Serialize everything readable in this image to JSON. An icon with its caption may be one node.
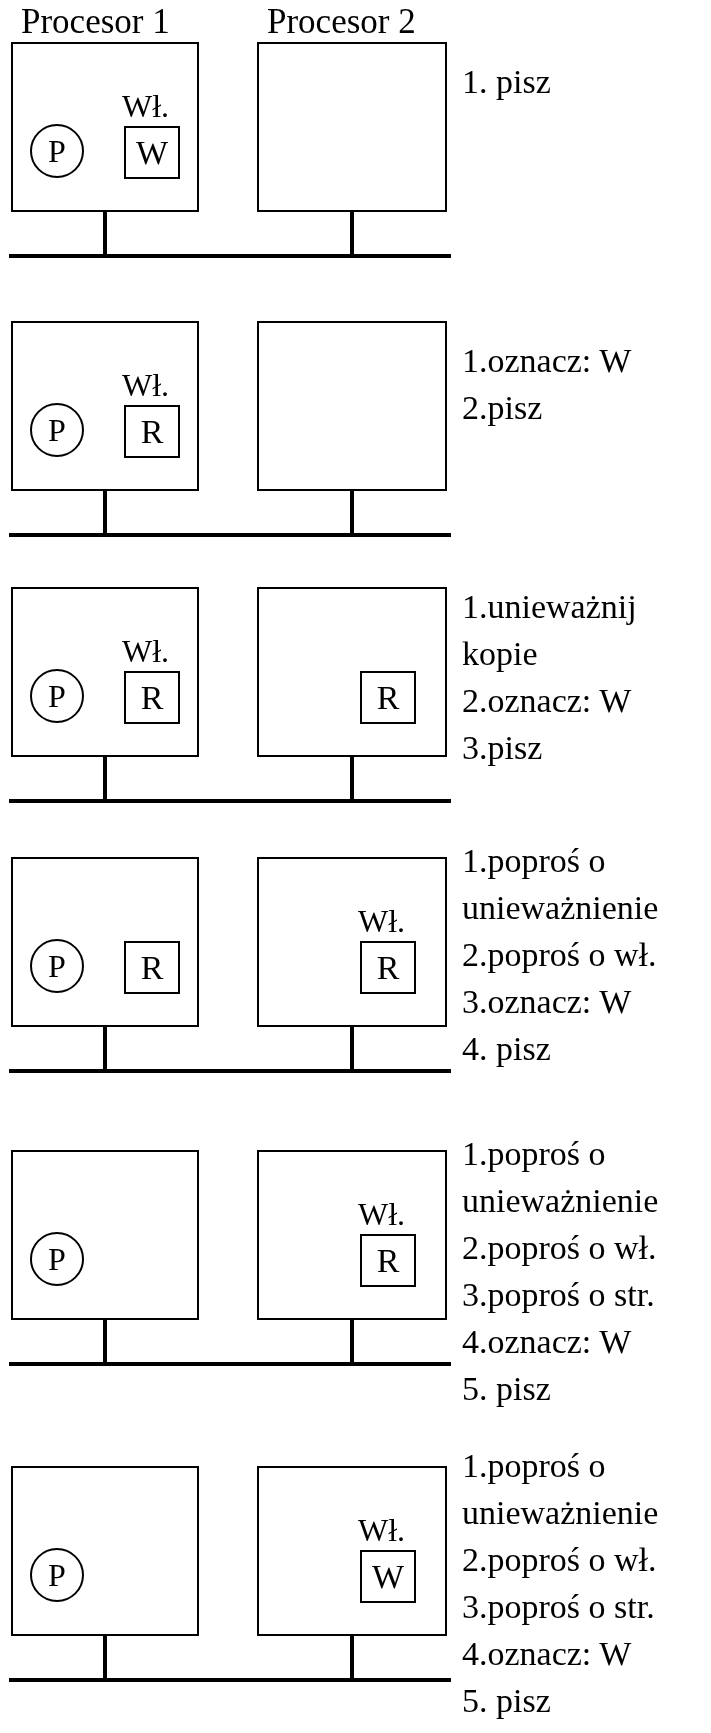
{
  "diagram": {
    "nodes": [
      {
        "text": [
          "Procesor 1"
        ]
      },
      {
        "text": [
          "P"
        ],
        "in": 0
      },
      {
        "text": [
          "Wł.",
          "W"
        ],
        "in": 0
      },
      {
        "text": [
          "Procesor 2"
        ]
      },
      {
        "text": [],
        "shape": "bar"
      },
      {
        "text": [],
        "shape": "box"
      },
      {
        "text": [
          "P"
        ],
        "in": 5
      },
      {
        "text": [
          "Wł.",
          "R"
        ],
        "in": 5
      },
      {
        "text": [],
        "shape": "box"
      },
      {
        "text": [],
        "shape": "bar"
      },
      {
        "text": [],
        "shape": "box"
      },
      {
        "text": [
          "P"
        ],
        "in": 10
      },
      {
        "text": [
          "Wł.",
          "R"
        ],
        "in": 10
      },
      {
        "text": [],
        "shape": "box"
      },
      {
        "text": [
          "R"
        ],
        "in": 13
      },
      {
        "text": [],
        "shape": "bar"
      },
      {
        "text": [],
        "shape": "box"
      },
      {
        "text": [
          "P"
        ],
        "in": 16
      },
      {
        "text": [
          "R"
        ],
        "in": 16
      },
      {
        "text": [],
        "shape": "box"
      },
      {
        "text": [
          "Wł.",
          "R"
        ],
        "in": 19
      },
      {
        "text": [],
        "shape": "bar"
      },
      {
        "text": [],
        "shape": "box"
      },
      {
        "text": [
          "P"
        ],
        "in": 22
      },
      {
        "text": [],
        "shape": "box"
      },
      {
        "text": [
          "Wł.",
          "R"
        ],
        "in": 24
      },
      {
        "text": [],
        "shape": "bar"
      },
      {
        "text": [],
        "shape": "box"
      },
      {
        "text": [
          "P"
        ],
        "in": 27
      },
      {
        "text": [],
        "shape": "box"
      },
      {
        "text": [
          "Wł.",
          "W"
        ],
        "in": 29
      },
      {
        "text": [],
        "shape": "bar"
      }
    ],
    "edges": [
      {
        "from": 0,
        "to": 4,
        "arrow": "none"
      },
      {
        "from": 3,
        "to": 4,
        "arrow": "none"
      },
      {
        "from": 5,
        "to": 9,
        "arrow": "none"
      },
      {
        "from": 8,
        "to": 9,
        "arrow": "none"
      },
      {
        "from": 10,
        "to": 15,
        "arrow": "none"
      },
      {
        "from": 13,
        "to": 15,
        "arrow": "none"
      },
      {
        "from": 16,
        "to": 21,
        "arrow": "none"
      },
      {
        "from": 19,
        "to": 21,
        "arrow": "none"
      },
      {
        "from": 22,
        "to": 26,
        "arrow": "none"
      },
      {
        "from": 24,
        "to": 26,
        "arrow": "none"
      },
      {
        "from": 27,
        "to": 31,
        "arrow": "none"
      },
      {
        "from": 29,
        "to": 31,
        "arrow": "none"
      }
    ],
    "labels": [
      "1. pisz",
      "1.oznacz: W",
      "2.pisz",
      "1.unieważnij kopie",
      "2.oznacz: W",
      "3.pisz",
      "1.poproś o unieważnienie",
      "2.poproś o wł.",
      "3.oznacz: W",
      "4. pisz",
      "1.poproś o unieważnienie",
      "2.poproś o wł.",
      "3.poproś o str.",
      "4.oznacz: W",
      "5. pisz",
      "1.poproś o unieważnienie",
      "2.poproś o wł.",
      "3.poproś o str.",
      "4.oznacz: W",
      "5. pisz"
    ]
  }
}
